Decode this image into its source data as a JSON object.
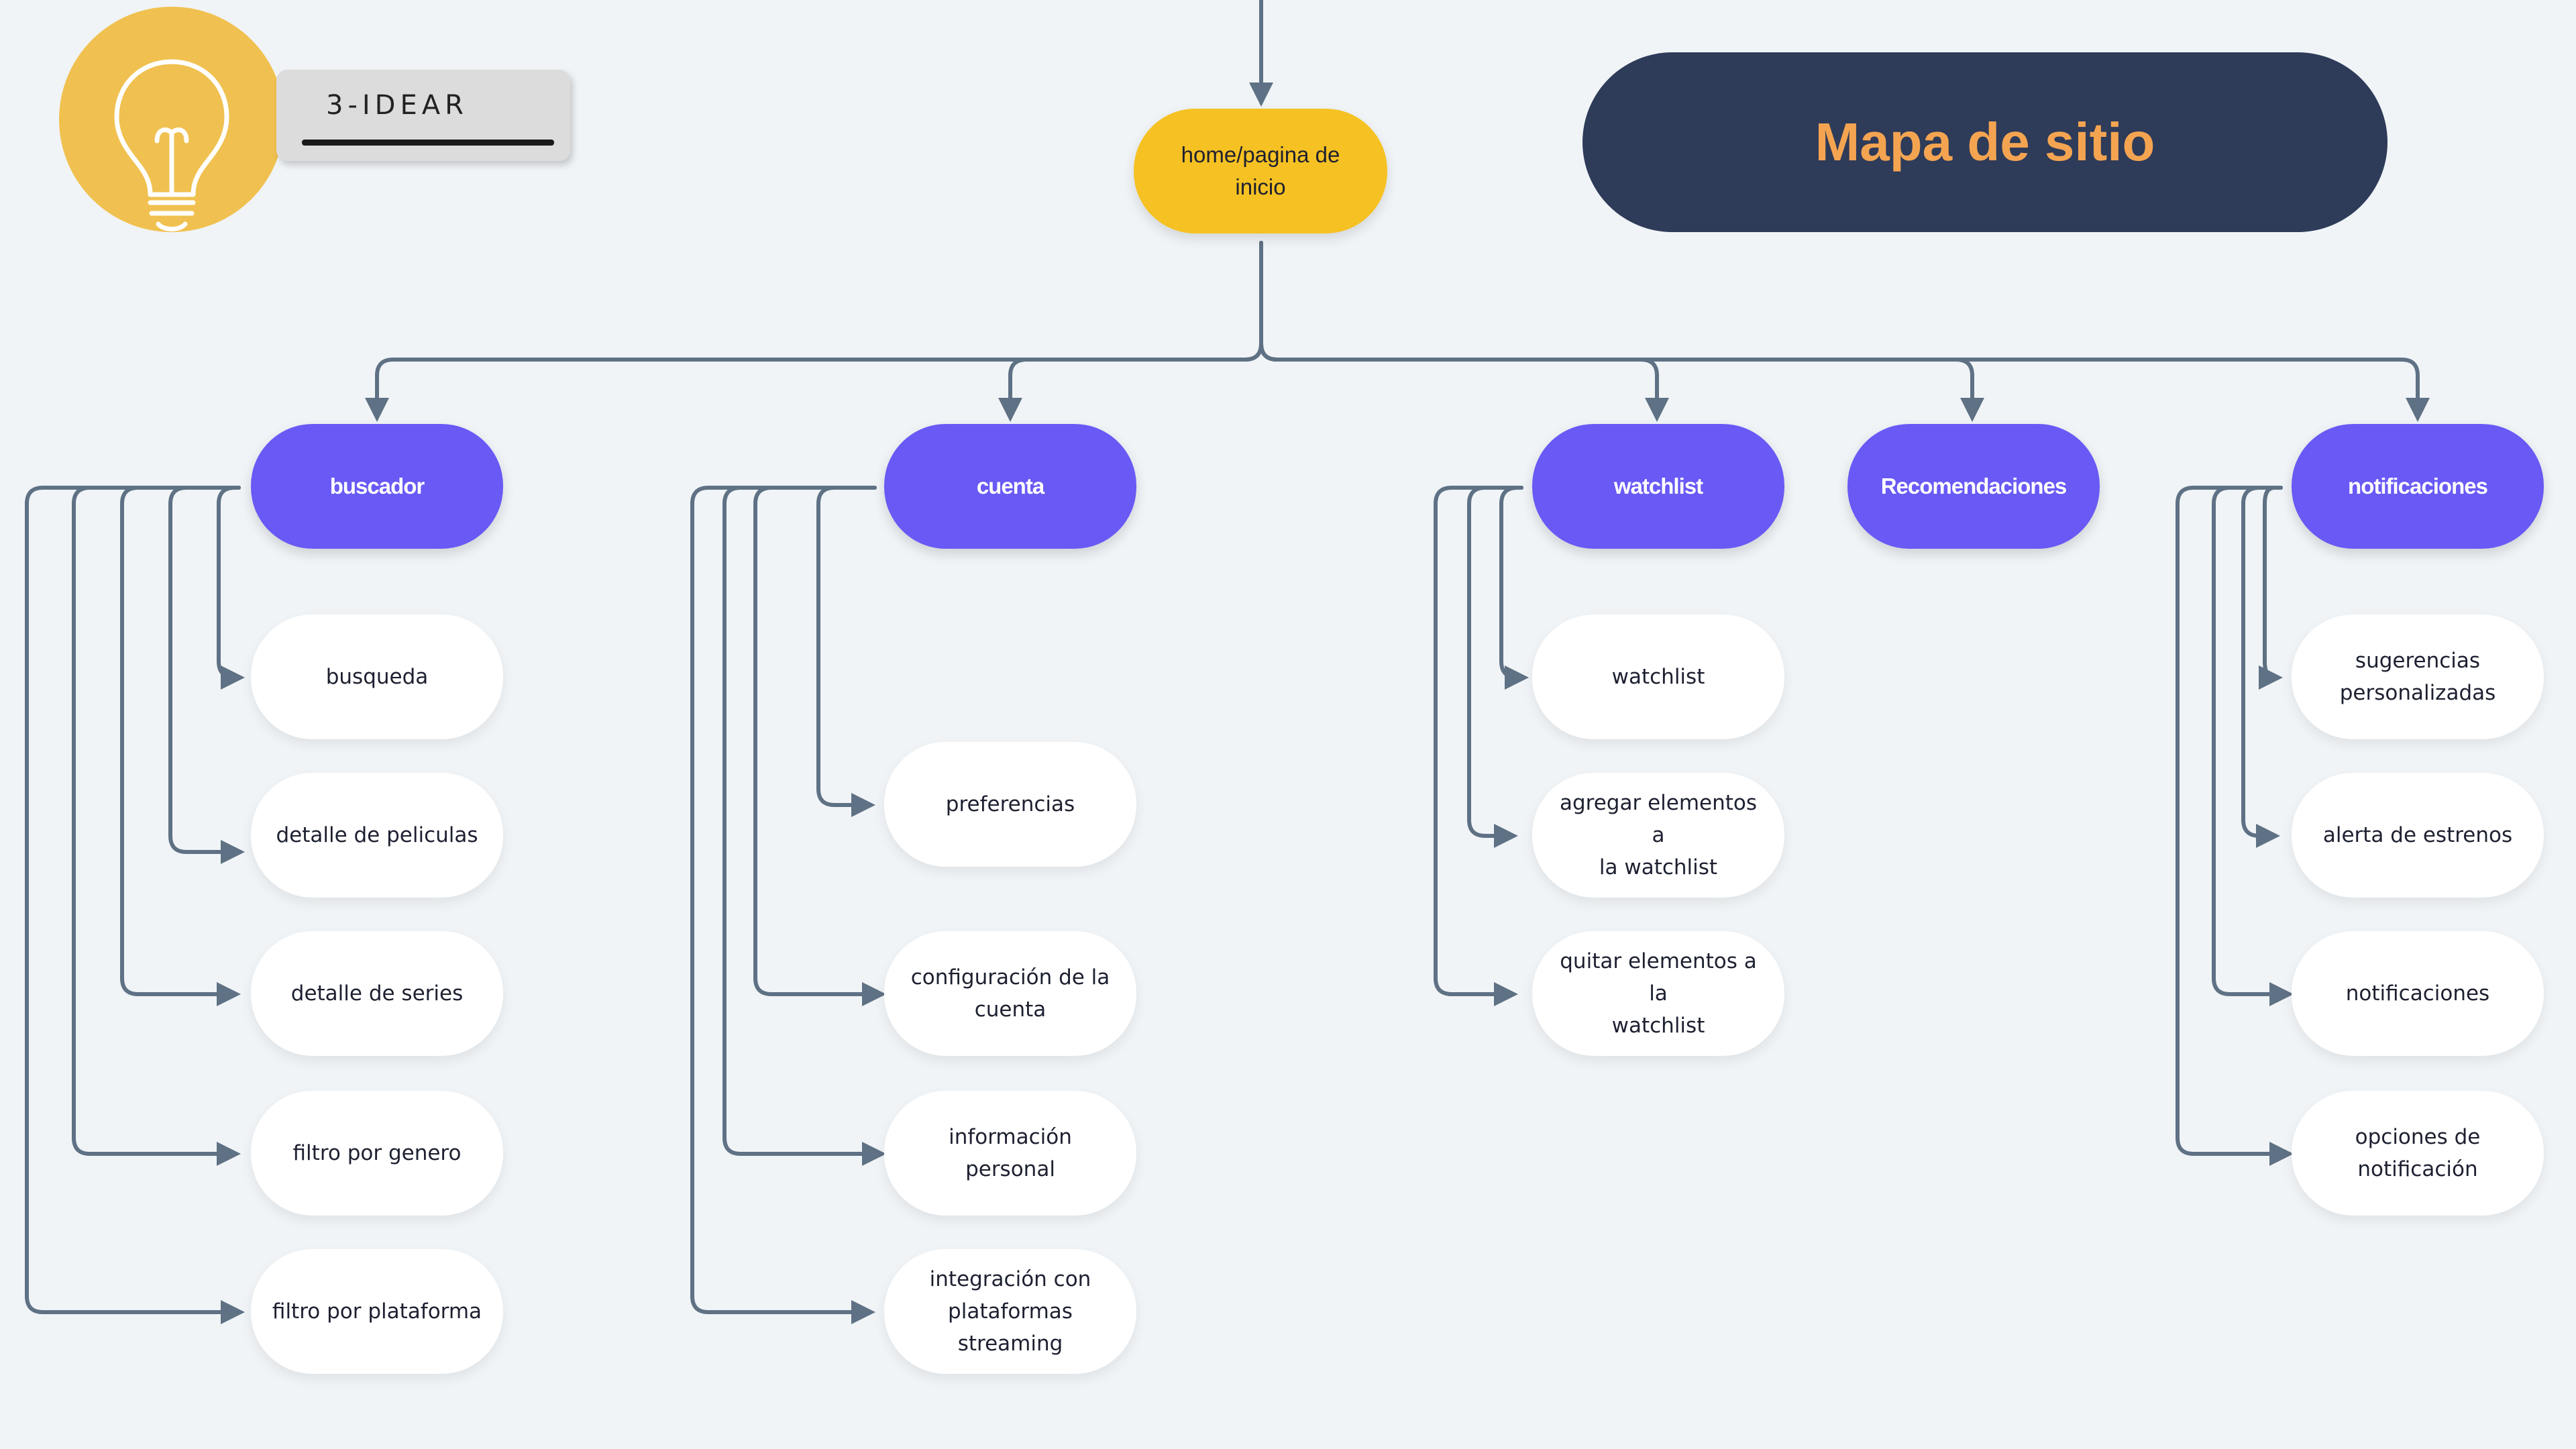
{
  "branding": {
    "stage_label": "3-IDEAR",
    "title": "Mapa de sitio",
    "logo_icon": "lightbulb-icon",
    "colors": {
      "background": "#f0f4f7",
      "logo_circle": "#f0c150",
      "banner": "#2e3b59",
      "title_text": "#f4a451",
      "root_node": "#f6c122",
      "category_node": "#6959f5",
      "leaf_node": "#ffffff",
      "connector": "#5f7184"
    }
  },
  "sitemap": {
    "root": "home/pagina de\ninicio",
    "categories": [
      {
        "label": "buscador",
        "children": [
          "busqueda",
          "detalle de peliculas",
          "detalle de series",
          "filtro por genero",
          "filtro por plataforma"
        ]
      },
      {
        "label": "cuenta",
        "children": [
          "preferencias",
          "configuración de la\ncuenta",
          "información personal",
          "integración con\nplataformas\nstreaming"
        ]
      },
      {
        "label": "watchlist",
        "children": [
          "watchlist",
          "agregar elementos a\nla watchlist",
          "quitar elementos a la\nwatchlist"
        ]
      },
      {
        "label": "Recomendaciones",
        "children": []
      },
      {
        "label": "notificaciones",
        "children": [
          "sugerencias\npersonalizadas",
          "alerta de estrenos",
          "notificaciones",
          "opciones de\nnotificación"
        ]
      }
    ]
  }
}
